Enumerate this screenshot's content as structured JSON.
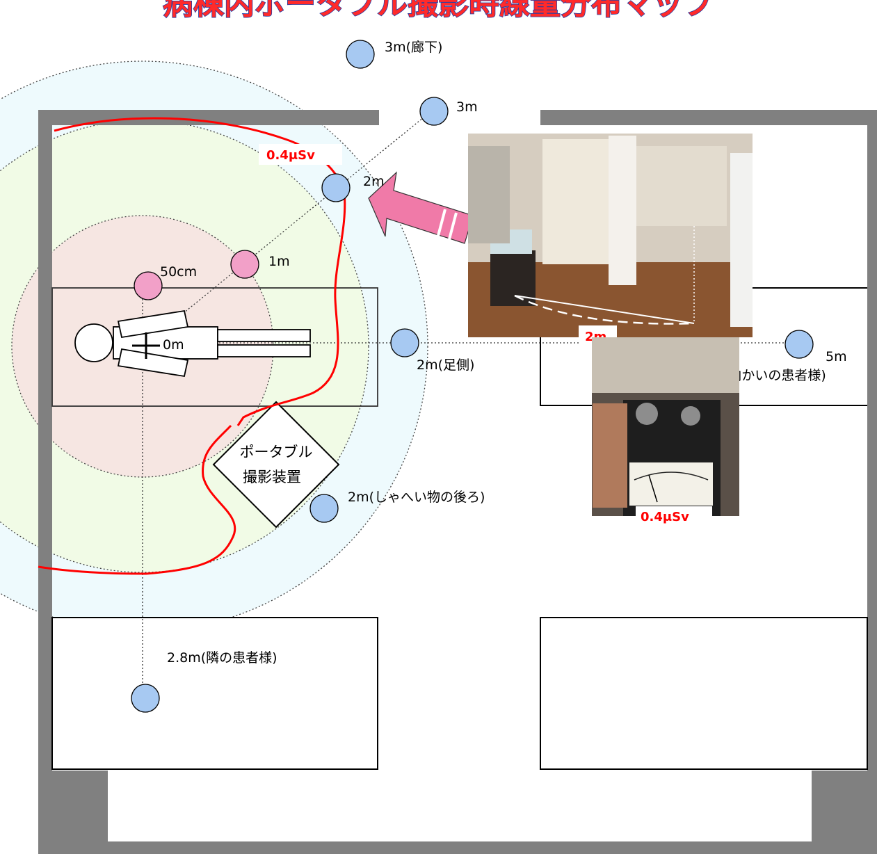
{
  "title": "病棟内ポータブル撮影時線量分布マップ",
  "colors": {
    "accent_red": "#ff0000",
    "point_blue": "#a7c9f2",
    "point_pink": "#f2a0c8",
    "arrow_pink": "#f07aa8",
    "wall_gray": "#808080"
  },
  "labels": {
    "p_3m_corridor": "3m(廊下)",
    "p_3m": "3m",
    "p_2m": "2m",
    "p_1m": "1m",
    "p_50cm": "50cm",
    "p_0m": "0m",
    "p_2m_foot": "2m(足側)",
    "p_2m_shield": "2m(しゃへい物の後ろ)",
    "p_2_8m": "2.8m(隣の患者様)",
    "p_5m": "5m",
    "p_5m_sub": "(向かいの患者様)",
    "dose_label": "0.4μSv",
    "device_line1": "ポータブル",
    "device_line2": "撮影装置",
    "photo_distance": "2m",
    "photo_dose": "0.4μSv"
  }
}
